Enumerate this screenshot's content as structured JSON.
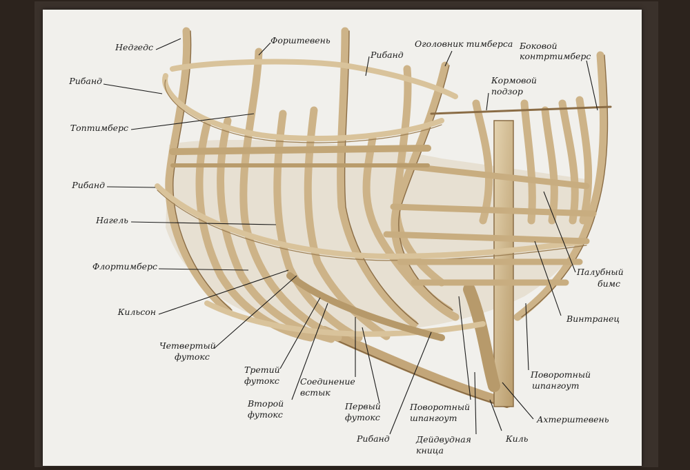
{
  "labels": {
    "nedgeds": "Недгедс",
    "forshteven": "Форштевень",
    "riband_top": "Рибанд",
    "ogolovnik": "Оголовник тимберса",
    "bokovoy_1": "Боковой",
    "bokovoy_2": "контртимберс",
    "riband_left_1": "Рибанд",
    "kormovoy_1": "Кормовой",
    "kormovoy_2": "подзор",
    "toptimbers": "Топтимберс",
    "riband_left_2": "Рибанд",
    "nagel": "Нагель",
    "florimbers": "Флортимберс",
    "palubny_1": "Палубный",
    "palubny_2": "бимс",
    "kilson": "Кильсон",
    "vintranets": "Винтранец",
    "chetverty_1": "Четвертый",
    "chetverty_2": "футокс",
    "povorotny_r_1": "Поворотный",
    "povorotny_r_2": "шпангоут",
    "treti_1": "Третий",
    "treti_2": "футокс",
    "soedinenie_1": "Соединение",
    "soedinenie_2": "встык",
    "vtoroy_1": "Второй",
    "vtoroy_2": "футокс",
    "perviy_1": "Первый",
    "perviy_2": "футокс",
    "povorotny_b_1": "Поворотный",
    "povorotny_b_2": "шпангоут",
    "akhtershteven": "Ахтерштевень",
    "riband_bottom": "Рибанд",
    "deydvudnaya_1": "Дейдвудная",
    "deydvudnaya_2": "кница",
    "kil": "Киль"
  },
  "colors": {
    "poster": "#f1f0ec",
    "wood_light": "#dcc9a4",
    "wood_mid": "#c7ad80",
    "wood_dark": "#8a6c45",
    "leader": "#1a1a1a"
  }
}
